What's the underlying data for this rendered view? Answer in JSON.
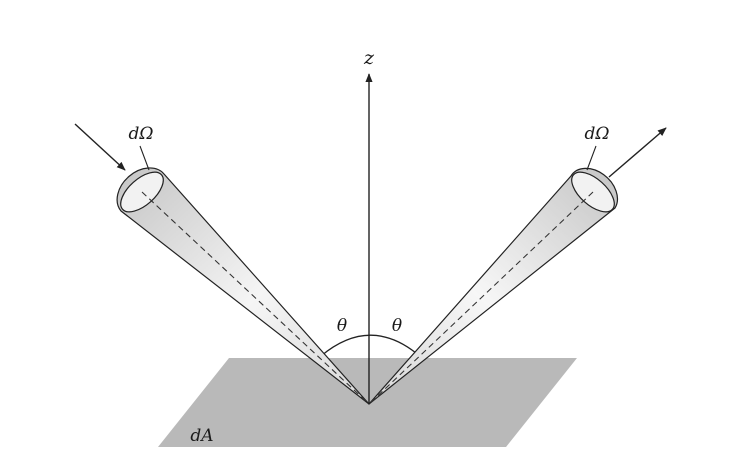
{
  "labels": {
    "z_axis": "z",
    "solid_angle_incident": "dΩ",
    "solid_angle_reflected": "dΩ",
    "angle_incident": "θ",
    "angle_reflected": "θ",
    "surface_area": "dA"
  },
  "colors": {
    "surface_fill": "#b9b9b9",
    "cone_shade_dark": "#bfbfbf",
    "cone_shade_light": "#fbfbfb",
    "line": "#222222"
  }
}
